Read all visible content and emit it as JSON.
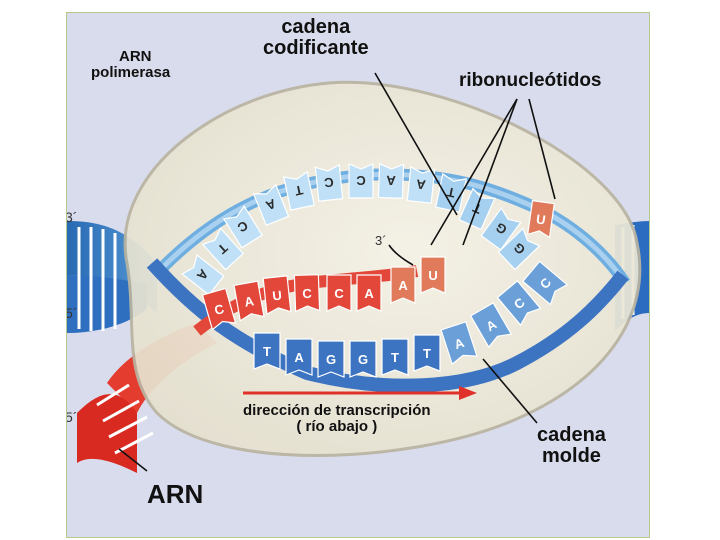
{
  "labels": {
    "rna_polymerase_line1": "ARN",
    "rna_polymerase_line2": "polimerasa",
    "coding_strand_line1": "cadena",
    "coding_strand_line2": "codificante",
    "ribonucleotides": "ribonucleótidos",
    "direction_line1": "dirección de transcripción",
    "direction_line2": "( río abajo )",
    "template_strand_line1": "cadena",
    "template_strand_line2": "molde",
    "rna": "ARN"
  },
  "strand_ends": {
    "top_left_3": "3´",
    "mid_left_5": "5´",
    "bottom_left_5": "5´",
    "rna_3_end": "3´"
  },
  "bases": {
    "coding_strand": [
      "A",
      "T",
      "C",
      "A",
      "T",
      "C",
      "C",
      "A",
      "A",
      "T",
      "T",
      "G",
      "G"
    ],
    "rna_transcript": [
      "C",
      "A",
      "U",
      "C",
      "C",
      "A",
      "A",
      "U"
    ],
    "free_ribonucleotide": "U",
    "template_strand": [
      "T",
      "A",
      "G",
      "G",
      "T",
      "T",
      "A",
      "A",
      "C",
      "C"
    ]
  },
  "colors": {
    "background": "#d9dcec",
    "polymerase": "#eeeadb",
    "coding_strand_blue": "#4a96d4",
    "template_strand_blue": "#3d74c2",
    "rna_red": "#e2473a",
    "ribonucleotide_orange": "#e07a5a",
    "direction_arrow": "#e0302a"
  }
}
